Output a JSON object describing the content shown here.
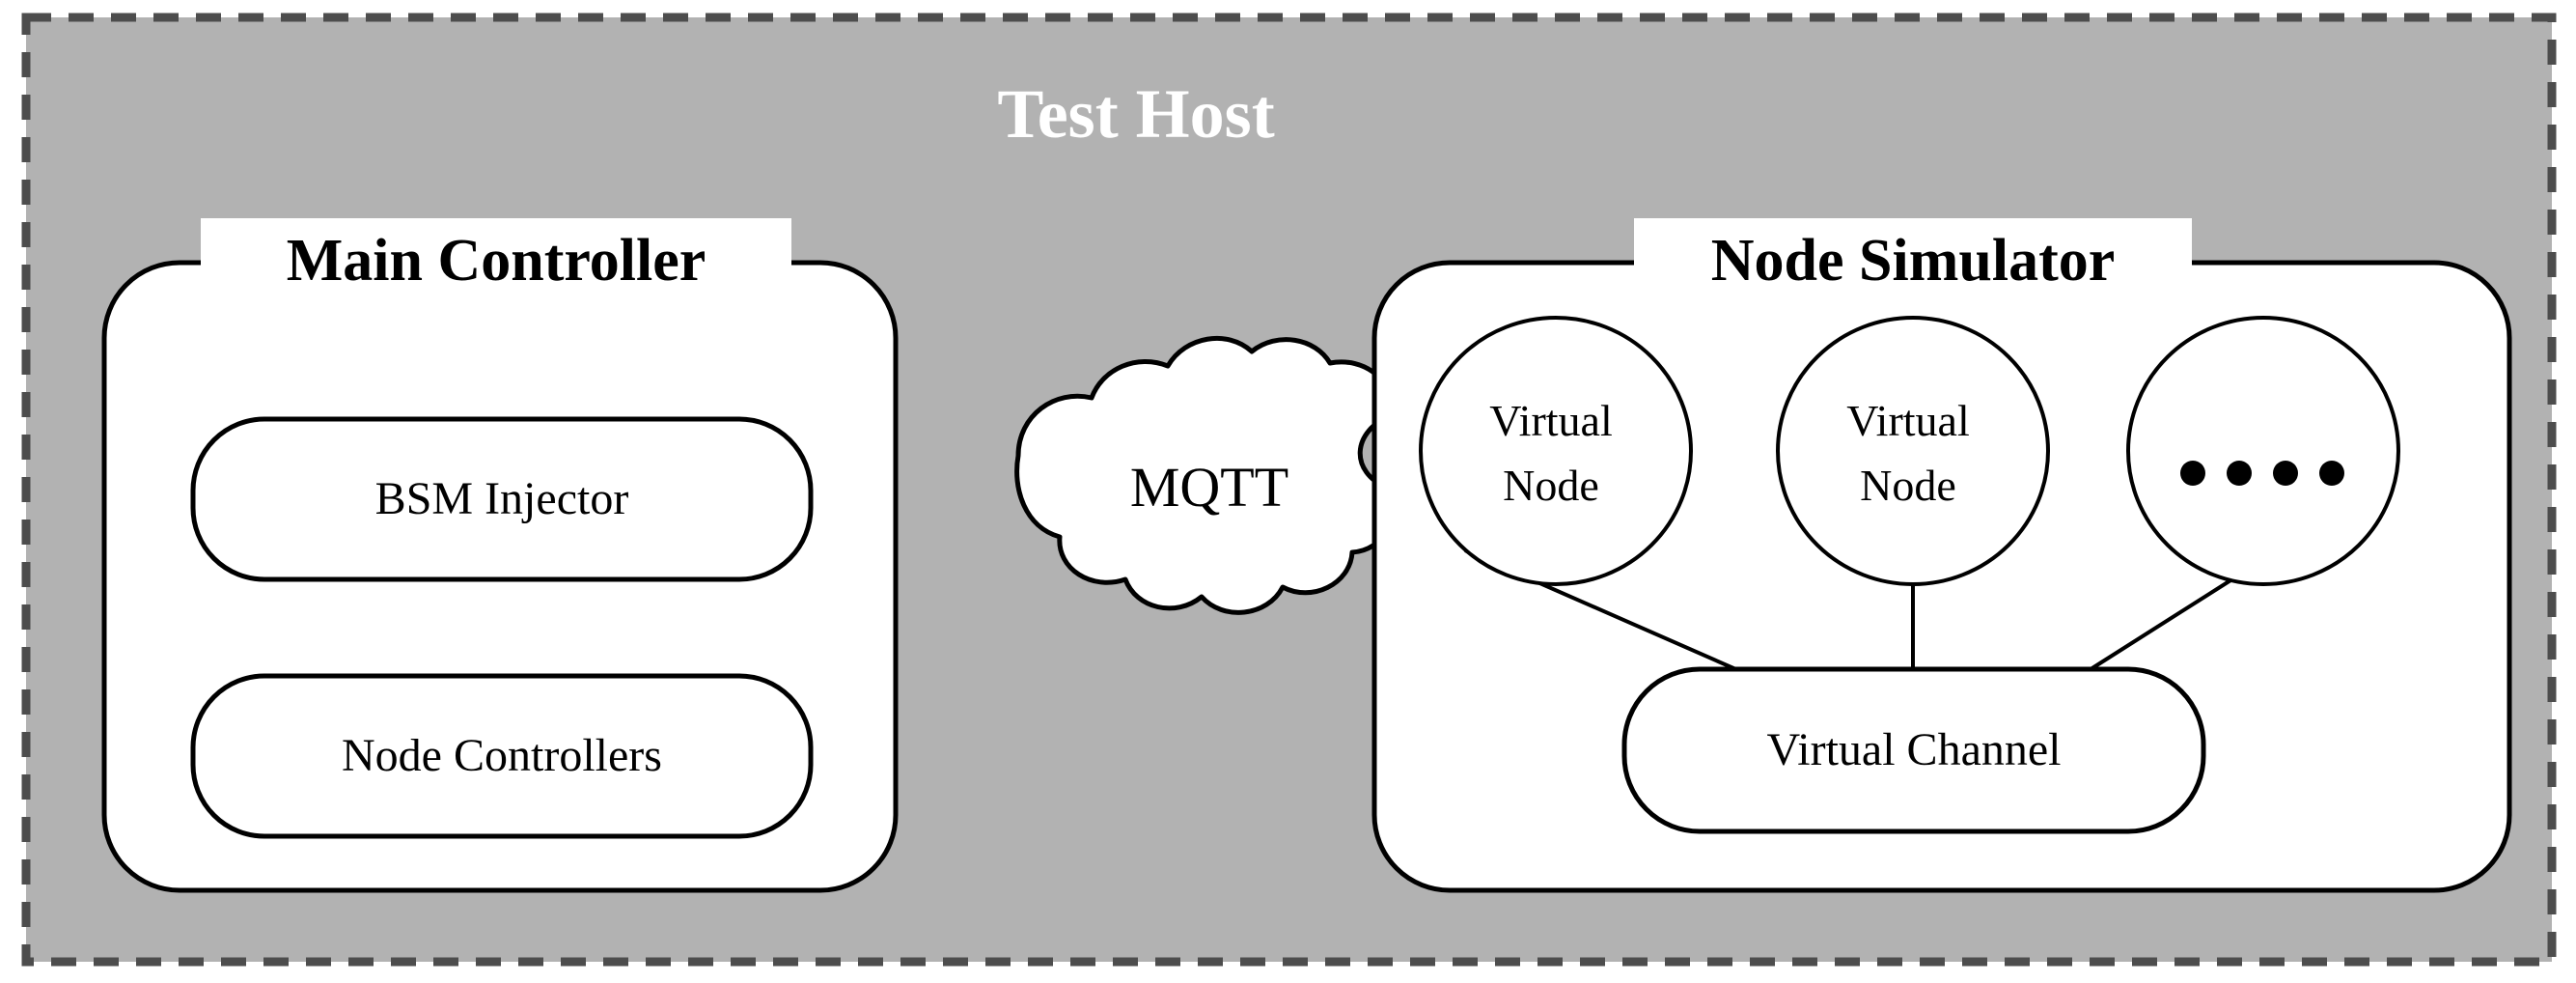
{
  "diagram": {
    "type": "architecture-block-diagram",
    "host": {
      "title": "Test Host",
      "background_color": "#b2b2b2",
      "border_style": "dashed",
      "border_color": "#4d4d4d",
      "title_color": "#ffffff"
    },
    "groups": [
      {
        "id": "main-controller",
        "title": "Main Controller",
        "fill_color": "#ffffff",
        "border_color": "#000000",
        "children": [
          {
            "id": "bsm-injector",
            "label": "BSM Injector",
            "shape": "rounded-rect"
          },
          {
            "id": "node-controllers",
            "label": "Node Controllers",
            "shape": "rounded-rect"
          }
        ]
      },
      {
        "id": "node-simulator",
        "title": "Node Simulator",
        "fill_color": "#ffffff",
        "border_color": "#000000",
        "children": [
          {
            "id": "virtual-node-1",
            "label_line1": "Virtual",
            "label_line2": "Node",
            "shape": "ellipse"
          },
          {
            "id": "virtual-node-2",
            "label_line1": "Virtual",
            "label_line2": "Node",
            "shape": "ellipse"
          },
          {
            "id": "virtual-node-more",
            "label_line1": "",
            "label_line2": "",
            "shape": "ellipse",
            "ellipsis_dots": 4
          },
          {
            "id": "virtual-channel",
            "label": "Virtual Channel",
            "shape": "rounded-rect"
          }
        ]
      }
    ],
    "middleware": {
      "id": "mqtt-cloud",
      "label": "MQTT",
      "shape": "cloud",
      "fill_color": "#ffffff",
      "border_color": "#000000"
    },
    "connections": [
      {
        "from": "virtual-node-1",
        "to": "virtual-channel"
      },
      {
        "from": "virtual-node-2",
        "to": "virtual-channel"
      },
      {
        "from": "virtual-node-more",
        "to": "virtual-channel"
      }
    ]
  }
}
